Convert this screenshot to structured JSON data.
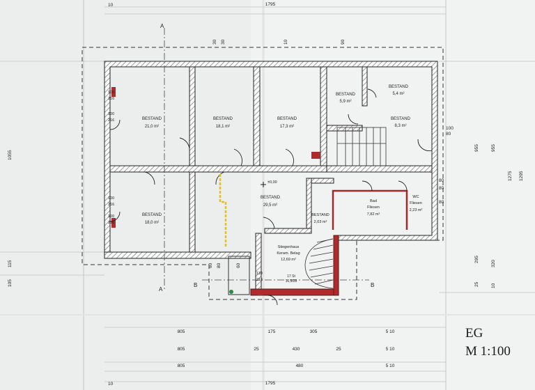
{
  "sheet": {
    "label": "EG",
    "scale": "M 1:100"
  },
  "rooms": [
    {
      "id": "room-1",
      "name": "BESTAND",
      "area": "21,0 m²"
    },
    {
      "id": "room-2",
      "name": "BESTAND",
      "area": "18,1 m²"
    },
    {
      "id": "room-3",
      "name": "BESTAND",
      "area": "17,3 m²"
    },
    {
      "id": "room-4",
      "name": "BESTAND",
      "area": "5,9 m²"
    },
    {
      "id": "room-5",
      "name": "BESTAND",
      "area": "5,4 m²"
    },
    {
      "id": "room-6",
      "name": "BESTAND",
      "area": "8,3 m²"
    },
    {
      "id": "room-7",
      "name": "BESTAND",
      "area": "18,0 m²"
    },
    {
      "id": "room-8",
      "name": "BESTAND",
      "area": "29,5 m²"
    },
    {
      "id": "room-9",
      "name": "BESTAND",
      "area": "2,03 m²"
    },
    {
      "id": "bath",
      "name": "Bad",
      "material": "Fliesen",
      "area": "7,82 m²"
    },
    {
      "id": "wc",
      "name": "WC",
      "material": "Fliesen",
      "area": "2,23 m²"
    },
    {
      "id": "stair",
      "name": "Stiegenhaus",
      "material": "Keram. Belag",
      "area": "12,69 m²"
    }
  ],
  "stair_note": [
    "17 St",
    "16,5/28"
  ],
  "level_mark": "±0,00",
  "door_sizes": {
    "w100": "100",
    "h216": "216",
    "w110": "110",
    "w80": "80"
  },
  "section_marks": {
    "a": "A",
    "b": "B"
  },
  "dims": {
    "top_total": "1795",
    "top_small": "10",
    "bottom_total": "1795",
    "bottom_edge": "10",
    "row1": [
      "805",
      "175",
      "305",
      "5 10"
    ],
    "row2": [
      "805",
      "25",
      "430",
      "25",
      "5 10"
    ],
    "row3": [
      "805",
      "480",
      "5 10"
    ],
    "left": [
      "1055",
      "115",
      "105"
    ],
    "right_a": [
      "955",
      "295",
      "25"
    ],
    "right_b": [
      "955",
      "320",
      "10"
    ],
    "right_c": [
      "1275",
      "1295"
    ],
    "right_side": [
      "80",
      "80",
      "80",
      "100",
      "80"
    ],
    "top_small_marks": [
      "30",
      "30",
      "10",
      "90"
    ],
    "misc": [
      "60",
      "80",
      "60"
    ]
  }
}
